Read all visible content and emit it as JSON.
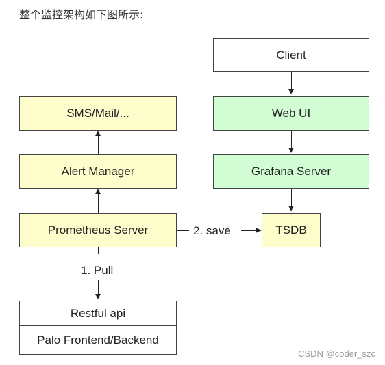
{
  "intro_text": "整个监控架构如下图所示:",
  "nodes": {
    "client": "Client",
    "web_ui": "Web UI",
    "grafana_server": "Grafana Server",
    "tsdb": "TSDB",
    "sms_mail": "SMS/Mail/...",
    "alert_manager": "Alert Manager",
    "prometheus_server": "Prometheus Server",
    "restful_api": "Restful api",
    "palo_frontend_backend": "Palo Frontend/Backend"
  },
  "edges": {
    "pull_label": "1. Pull",
    "save_label": "2. save"
  },
  "colors": {
    "yellow_fill": "#fefecc",
    "green_fill": "#d2fcd4",
    "border": "#444444"
  },
  "watermark": "CSDN @coder_szc"
}
